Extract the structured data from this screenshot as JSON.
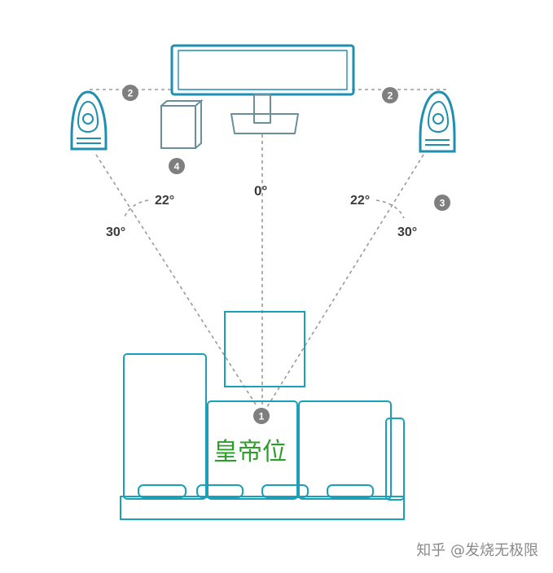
{
  "angles": {
    "center": "0°",
    "left_inner": "22°",
    "left_outer": "30°",
    "right_inner": "22°",
    "right_outer": "30°"
  },
  "badges": {
    "listener": "1",
    "front_left": "2",
    "front_right": "2",
    "surround": "3",
    "subwoofer": "4"
  },
  "seat_label": "皇帝位",
  "watermark": "知乎 @发烧无极限",
  "colors": {
    "outline": "#1f8fb0",
    "furniture": "#1aa0b8",
    "dash": "#9a9a9a",
    "badge": "#7f7f7f",
    "seat_label": "#2aa02a"
  }
}
